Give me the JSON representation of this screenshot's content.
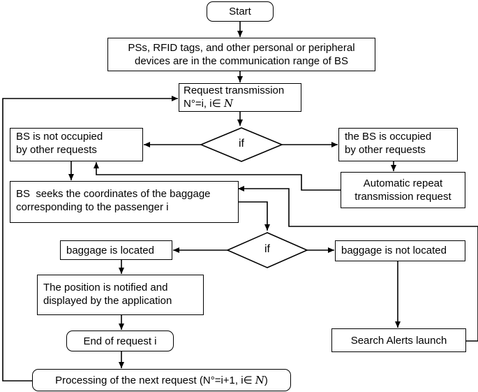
{
  "nodes": {
    "start": "Start",
    "in_range_1": "PSs, RFID tags, and other personal or peripheral",
    "in_range_2": "devices are in the communication range of BS",
    "req_tx_1": "Request transmission",
    "req_tx_2_prefix": "N°=i, i∈ ",
    "req_tx_2_set": "N",
    "decision_1": "if",
    "not_occupied_1": "BS is not occupied",
    "not_occupied_2": "by other requests",
    "occupied_1": "the BS is occupied",
    "occupied_2": "by other requests",
    "auto_repeat_1": "Automatic repeat",
    "auto_repeat_2": "transmission request",
    "seeks_1": "BS  seeks the coordinates of the baggage",
    "seeks_2": "corresponding to the passenger i",
    "decision_2": "if",
    "located": "baggage is located",
    "not_located": "baggage is not located",
    "notified_1": "The position is notified and",
    "notified_2": "displayed by the application",
    "end_req": "End of request i",
    "alerts": "Search Alerts launch",
    "next_prefix": "Processing of the next request (N°=i+1, i∈ ",
    "next_set": "N",
    "next_suffix": ")"
  }
}
